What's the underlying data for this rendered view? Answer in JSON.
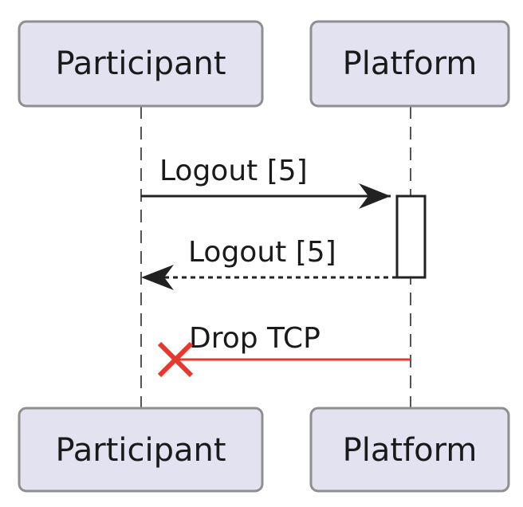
{
  "diagram": {
    "type": "sequence",
    "participants": [
      {
        "id": "participant",
        "label": "Participant"
      },
      {
        "id": "platform",
        "label": "Platform"
      }
    ],
    "messages": [
      {
        "from": "participant",
        "to": "platform",
        "label": "Logout [5]",
        "style": "solid",
        "arrow": "filled"
      },
      {
        "from": "platform",
        "to": "participant",
        "label": "Logout [5]",
        "style": "dotted",
        "arrow": "filled"
      },
      {
        "from": "platform",
        "to": "participant",
        "label": "Drop TCP",
        "style": "solid",
        "arrow": "destroy",
        "color": "#e8372c"
      }
    ],
    "activations": [
      {
        "participant": "platform",
        "start_message": 0,
        "end_message": 1
      }
    ],
    "colors": {
      "participant_fill": "#e2e2f0",
      "participant_border": "#8f8f8f",
      "line": "#222222",
      "drop": "#e8372c"
    }
  }
}
